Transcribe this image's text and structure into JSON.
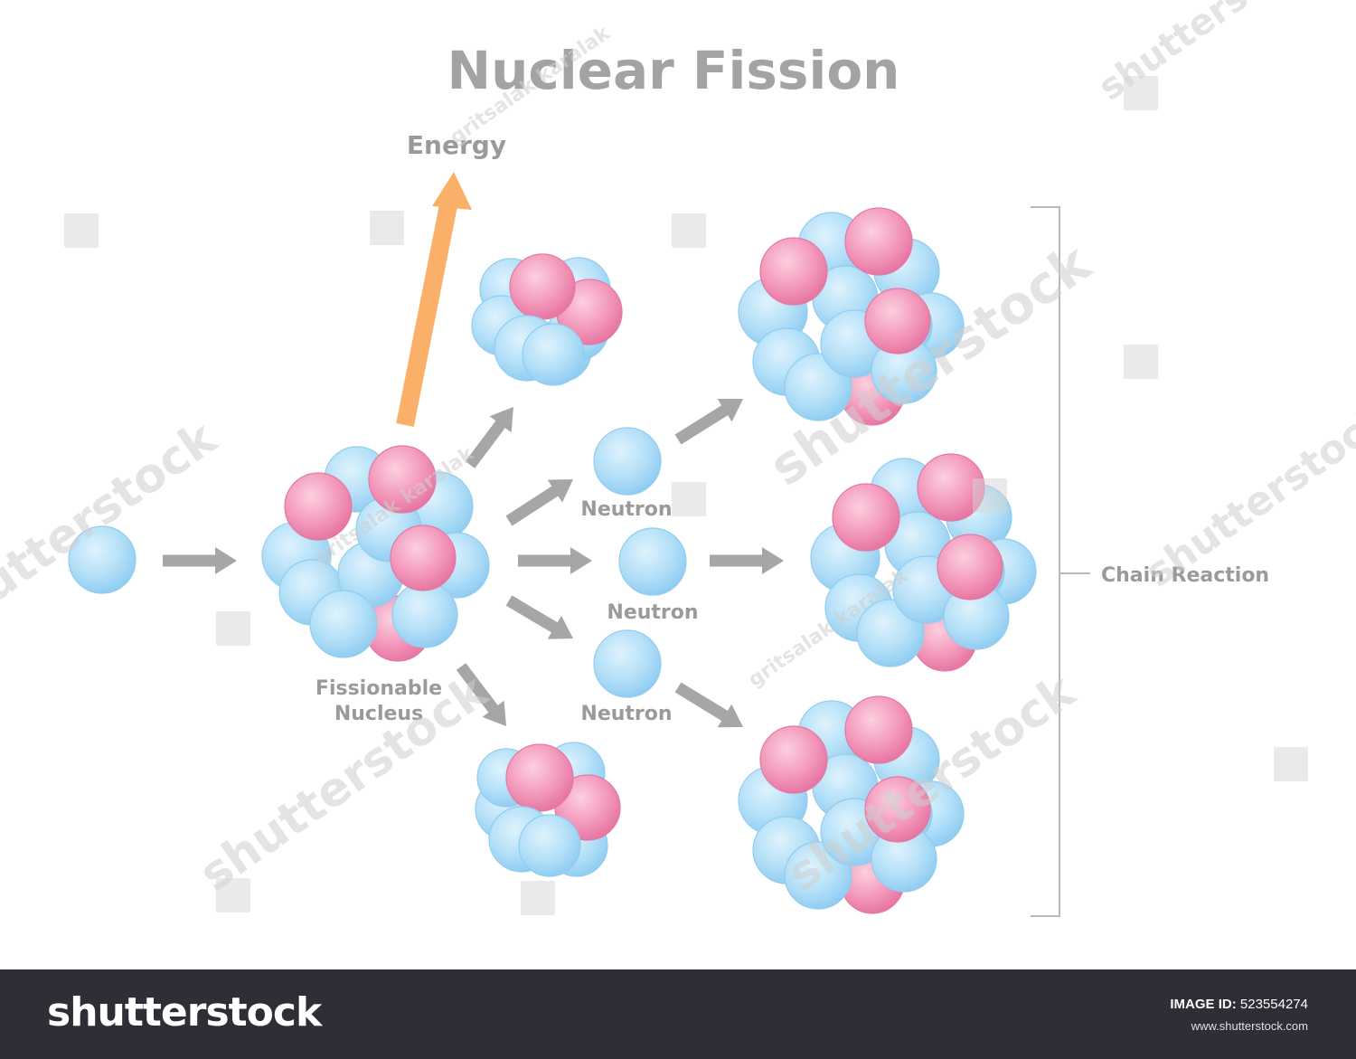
{
  "title": "Nuclear Fission",
  "labels": {
    "energy": "Energy",
    "fissionable_line1": "Fissionable",
    "fissionable_line2": "Nucleus",
    "neutron_top": "Neutron",
    "neutron_mid": "Neutron",
    "neutron_bottom": "Neutron",
    "chain_reaction": "Chain Reaction"
  },
  "colors": {
    "neutron_blue": "#a9dbf5",
    "proton_pink": "#f28fb4",
    "arrow_gray": "#a6a6a6",
    "energy_orange": "#fbb06a",
    "text_gray": "#9a9a9a",
    "footer_bg": "#2d2e36"
  },
  "watermark": {
    "brand": "shutterstock",
    "author": "gritsalak karalak"
  },
  "footer": {
    "logo": "shutterstock",
    "image_id_label": "IMAGE ID:",
    "image_id": "523554274",
    "site": "www.shutterstock.com"
  }
}
